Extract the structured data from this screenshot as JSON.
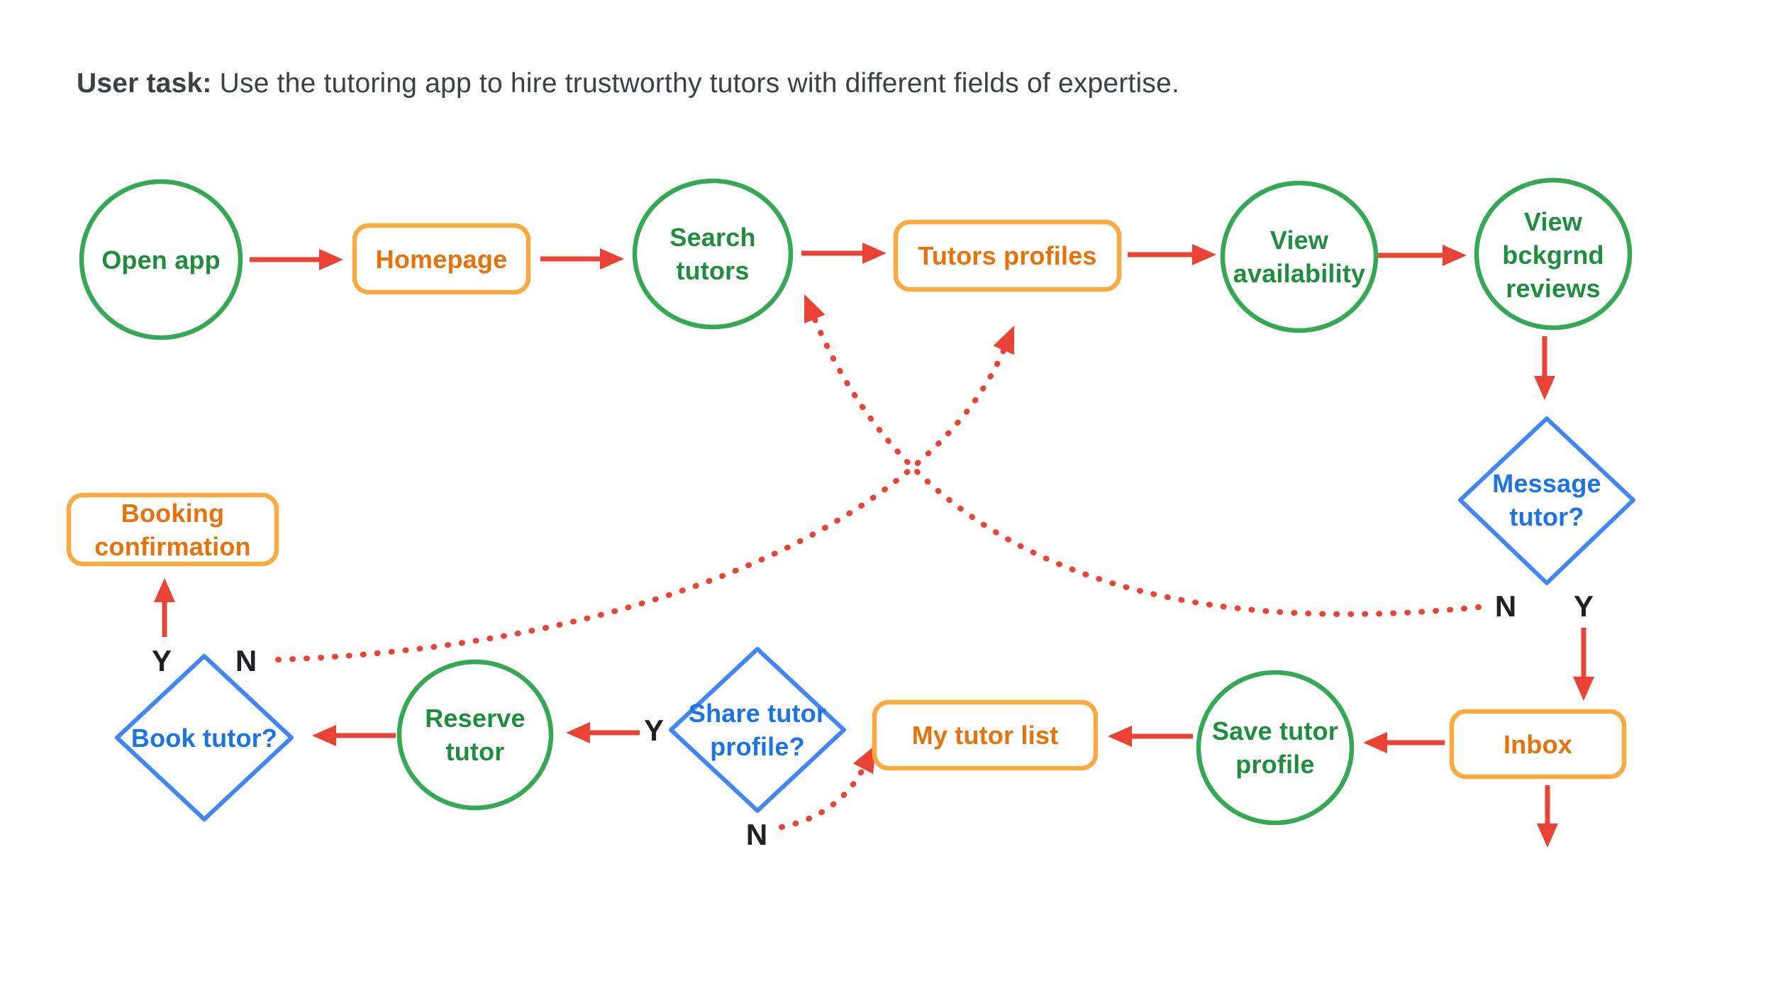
{
  "title": {
    "bold": "User task:",
    "rest": "Use the tutoring app to hire trustworthy tutors with different fields of expertise."
  },
  "colors": {
    "green_stroke": "#34A853",
    "green_text": "#1E8E3E",
    "orange_stroke": "#F9AB40",
    "orange_text": "#E8710A",
    "blue_stroke": "#4285F4",
    "blue_text": "#1A73E8",
    "red": "#EA4335",
    "label_black": "#202124",
    "title_gray": "#3C4043"
  },
  "nodes": {
    "open_app": {
      "shape": "circle",
      "lines": [
        "Open app"
      ]
    },
    "homepage": {
      "shape": "rounded-rect",
      "lines": [
        "Homepage"
      ]
    },
    "search_tutors": {
      "shape": "circle",
      "lines": [
        "Search",
        "tutors"
      ]
    },
    "tutors_profiles": {
      "shape": "rounded-rect",
      "lines": [
        "Tutors profiles"
      ]
    },
    "view_availability": {
      "shape": "circle",
      "lines": [
        "View",
        "availability"
      ]
    },
    "view_bckgrnd_reviews": {
      "shape": "circle",
      "lines": [
        "View",
        "bckgrnd",
        "reviews"
      ]
    },
    "message_tutor": {
      "shape": "diamond",
      "lines": [
        "Message",
        "tutor?"
      ]
    },
    "inbox": {
      "shape": "rounded-rect",
      "lines": [
        "Inbox"
      ]
    },
    "save_tutor_profile": {
      "shape": "circle",
      "lines": [
        "Save tutor",
        "profile"
      ]
    },
    "my_tutor_list": {
      "shape": "rounded-rect",
      "lines": [
        "My tutor list"
      ]
    },
    "share_tutor_profile": {
      "shape": "diamond",
      "lines": [
        "Share tutor",
        "profile?"
      ]
    },
    "reserve_tutor": {
      "shape": "circle",
      "lines": [
        "Reserve",
        "tutor"
      ]
    },
    "book_tutor": {
      "shape": "diamond",
      "lines": [
        "Book tutor?"
      ]
    },
    "booking_confirmation": {
      "shape": "rounded-rect",
      "lines": [
        "Booking",
        "confirmation"
      ]
    }
  },
  "branch_labels": {
    "message_no": "N",
    "message_yes": "Y",
    "share_yes": "Y",
    "share_no": "N",
    "book_yes": "Y",
    "book_no": "N"
  }
}
